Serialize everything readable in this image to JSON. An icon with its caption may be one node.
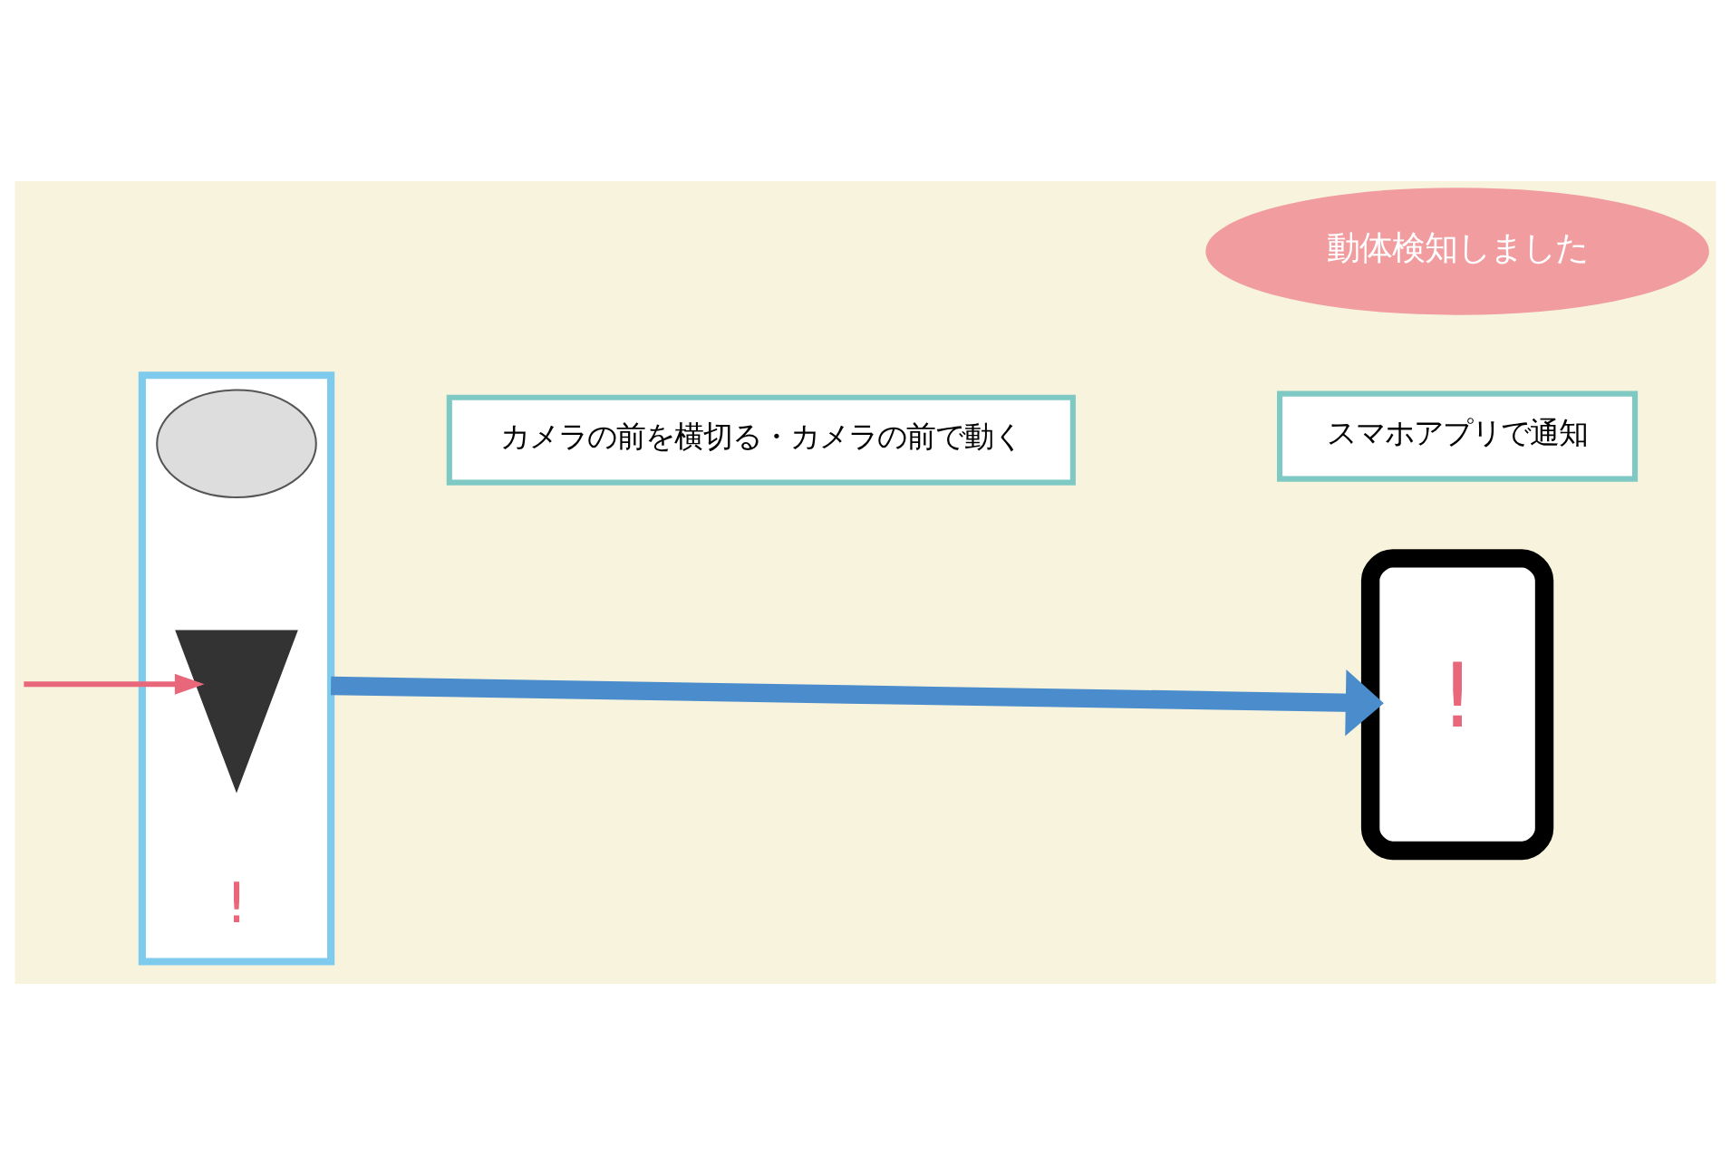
{
  "diagram": {
    "nodes": [
      {
        "text": [],
        "shape": "house"
      },
      {
        "text": [],
        "shape": "camera",
        "in": 0
      },
      {
        "text": [],
        "shape": "person",
        "in": 0
      },
      {
        "text": [
          "!"
        ]
      },
      {
        "text": [
          "動体検知しました"
        ]
      },
      {
        "text": [
          "カメラの前を横切る・カメラの前で動く"
        ]
      },
      {
        "text": [
          "スマホアプリで通知"
        ]
      }
    ],
    "edges": [
      {
        "from": null,
        "to": 2,
        "arrow": "to",
        "color": "#e8677a"
      },
      {
        "from": 0,
        "to": 3,
        "arrow": "to",
        "style": "thick",
        "color": "#4a8ccc"
      }
    ],
    "labels": [
      "!"
    ]
  }
}
